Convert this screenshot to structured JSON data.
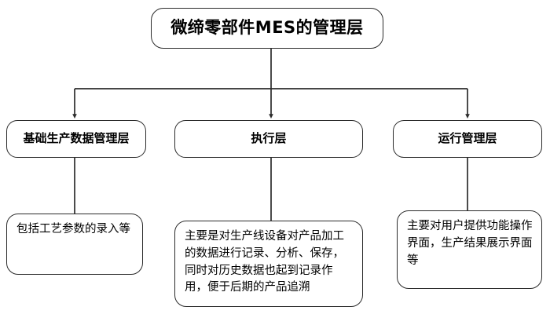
{
  "diagram": {
    "type": "org-chart",
    "background_color": "#ffffff",
    "stroke_color": "#2b2b2b",
    "text_color": "#000000",
    "title": {
      "label": "微缔零部件MES的管理层"
    },
    "tiers": [
      {
        "id": "basic-data",
        "label": "基础生产数据管理层"
      },
      {
        "id": "execution",
        "label": "执行层"
      },
      {
        "id": "operation",
        "label": "运行管理层"
      }
    ],
    "descriptions": [
      {
        "id": "basic-data-desc",
        "text": "包括工艺参数的录入等"
      },
      {
        "id": "execution-desc",
        "text": "主要是对生产线设备对产品加工的数据进行记录、分析、保存，同时对历史数据也起到记录作用，便于后期的产品追溯"
      },
      {
        "id": "operation-desc",
        "text": "主要对用户提供功能操作界面，生产结果展示界面等"
      }
    ]
  }
}
